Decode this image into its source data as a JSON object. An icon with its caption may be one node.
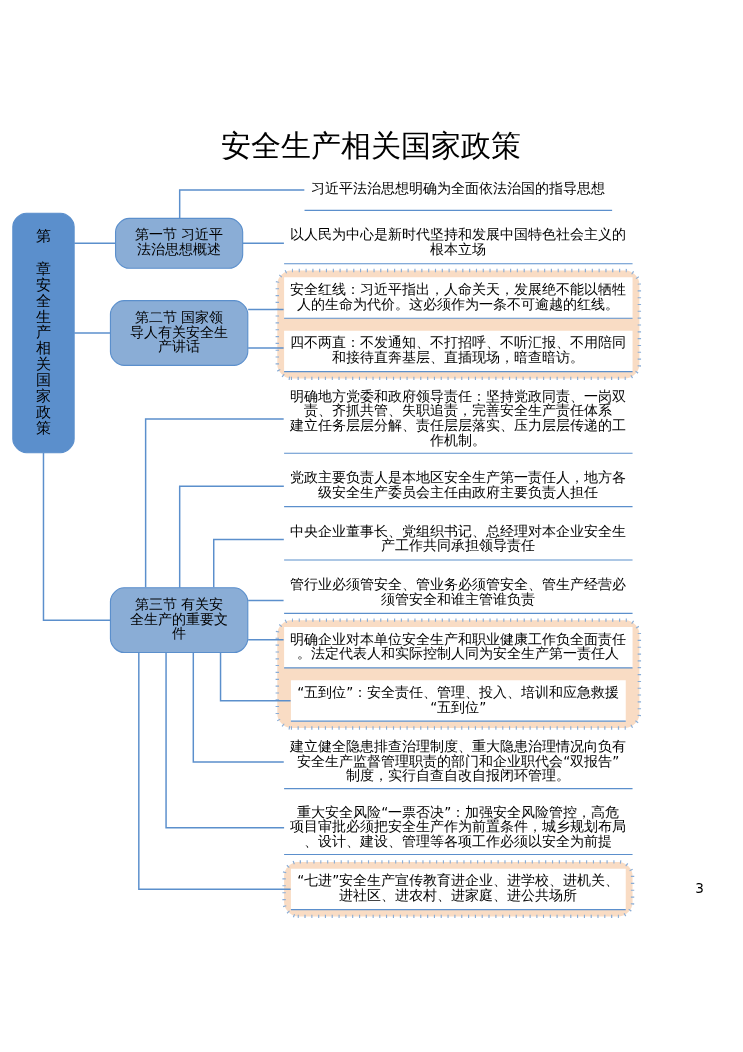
{
  "diagram": {
    "title": "安全生产相关国家政策",
    "nodes": [
      {
        "text": [
          "第",
          "章安全生产相关国家政策"
        ]
      },
      {
        "text": [
          "第一节 习近平法治思想概述"
        ]
      },
      {
        "text": [
          "习近平法治思想明确为全面依法治国的指导思想"
        ]
      },
      {
        "text": [
          "以人民为中心是新时代坚持和发展中国特色社会主义的根本立场"
        ]
      },
      {
        "text": [
          "第二节 国家领导人有关安全生产讲话"
        ]
      },
      {
        "text": [],
        "shape": "box"
      },
      {
        "text": [
          "安全红线：习近平指出，人命关天，发展绝不能以牺牲人的生命为代价。这必须作为一条不可逾越的红线。"
        ],
        "in": 5
      },
      {
        "text": [
          "四不两直：不发通知、不打招呼、不听汇报、不用陪同和接待直奔基层、直插现场，暗查暗访。"
        ],
        "in": 5
      },
      {
        "text": [
          "第三节 有关安全生产的重要文件"
        ]
      },
      {
        "text": [
          "明确地方党委和政府领导责任：坚持党政同责、一岗双责、齐抓共管、失职追责，完善安全生产责任体系",
          "建立任务层层分解、责任层层落实、压力层层传递的工作机制。"
        ]
      },
      {
        "text": [
          "党政主要负责人是本地区安全生产第一责任人，地方各级安全生产委员会主任由政府主要负责人担任"
        ]
      },
      {
        "text": [
          "中央企业董事长、党组织书记、总经理对本企业安全生产工作共同承担领导责任"
        ]
      },
      {
        "text": [
          "管行业必须管安全、管业务必须管安全、管生产经营必须管安全和谁主管谁负责"
        ]
      },
      {
        "text": [],
        "shape": "box"
      },
      {
        "text": [
          "明确企业对本单位安全生产和职业健康工作负全面责任。法定代表人和实际控制人同为安全生产第一责任人"
        ],
        "in": 13
      },
      {
        "text": [
          "“五到位”：安全责任、管理、投入、培训和应急救援“五到位”"
        ],
        "in": 13
      },
      {
        "text": [
          "建立健全隐患排查治理制度、重大隐患治理情况向负有安全生产监督管理职责的部门和企业职代会“双报告”制度，实行自查自改自报闭环管理。"
        ]
      },
      {
        "text": [
          "重大安全风险“一票否决”：加强安全风险管控，高危项目审批必须把安全生产作为前置条件，城乡规划布局、设计、建设、管理等各项工作必须以安全为前提"
        ]
      },
      {
        "text": [],
        "shape": "box"
      },
      {
        "text": [
          "“七进”安全生产宣传教育进企业、进学校、进机关、进社区、进农村、进家庭、进公共场所"
        ],
        "in": 18
      }
    ],
    "edges": [
      {
        "from": 0,
        "to": 1,
        "arrow": "none"
      },
      {
        "from": 0,
        "to": 4,
        "arrow": "none"
      },
      {
        "from": 0,
        "to": 8,
        "arrow": "none"
      },
      {
        "from": 1,
        "to": 2,
        "arrow": "none"
      },
      {
        "from": 1,
        "to": 3,
        "arrow": "none"
      },
      {
        "from": 4,
        "to": 6,
        "arrow": "none"
      },
      {
        "from": 4,
        "to": 7,
        "arrow": "none"
      },
      {
        "from": 8,
        "to": 9,
        "arrow": "none"
      },
      {
        "from": 8,
        "to": 10,
        "arrow": "none"
      },
      {
        "from": 8,
        "to": 11,
        "arrow": "none"
      },
      {
        "from": 8,
        "to": 12,
        "arrow": "none"
      },
      {
        "from": 8,
        "to": 14,
        "arrow": "none"
      },
      {
        "from": 8,
        "to": 15,
        "arrow": "none"
      },
      {
        "from": 8,
        "to": 16,
        "arrow": "none"
      },
      {
        "from": 8,
        "to": 17,
        "arrow": "none"
      },
      {
        "from": 8,
        "to": 19,
        "arrow": "none"
      }
    ],
    "labels": [
      "3"
    ]
  }
}
